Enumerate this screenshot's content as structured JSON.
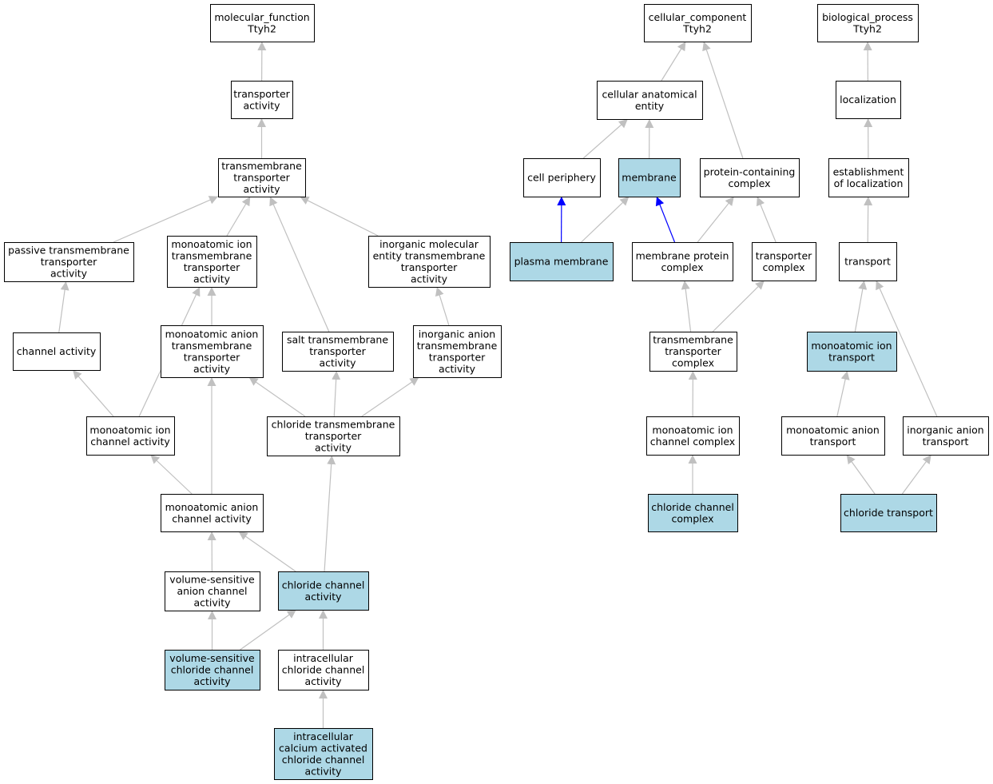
{
  "colors": {
    "node_fill": "#ffffff",
    "highlight_fill": "#add8e6",
    "edge_gray": "#c0c0c0",
    "edge_blue": "#0000ff",
    "border": "#000000"
  },
  "nodes": [
    {
      "id": "mf",
      "lines": [
        "molecular_function",
        "Ttyh2"
      ],
      "highlight": false
    },
    {
      "id": "ta",
      "lines": [
        "transporter",
        "activity"
      ],
      "highlight": false
    },
    {
      "id": "tta",
      "lines": [
        "transmembrane",
        "transporter",
        "activity"
      ],
      "highlight": false
    },
    {
      "id": "pass",
      "lines": [
        "passive transmembrane",
        "transporter",
        "activity"
      ],
      "highlight": false
    },
    {
      "id": "mitta",
      "lines": [
        "monoatomic ion",
        "transmembrane",
        "transporter",
        "activity"
      ],
      "highlight": false
    },
    {
      "id": "imetta",
      "lines": [
        "inorganic molecular",
        "entity transmembrane",
        "transporter",
        "activity"
      ],
      "highlight": false
    },
    {
      "id": "ca",
      "lines": [
        "channel activity"
      ],
      "highlight": false
    },
    {
      "id": "matta",
      "lines": [
        "monoatomic anion",
        "transmembrane",
        "transporter",
        "activity"
      ],
      "highlight": false
    },
    {
      "id": "stta",
      "lines": [
        "salt transmembrane",
        "transporter",
        "activity"
      ],
      "highlight": false
    },
    {
      "id": "iatta",
      "lines": [
        "inorganic anion",
        "transmembrane",
        "transporter",
        "activity"
      ],
      "highlight": false
    },
    {
      "id": "mica",
      "lines": [
        "monoatomic ion",
        "channel activity"
      ],
      "highlight": false
    },
    {
      "id": "ctta",
      "lines": [
        "chloride transmembrane",
        "transporter",
        "activity"
      ],
      "highlight": false
    },
    {
      "id": "maca",
      "lines": [
        "monoatomic anion",
        "channel activity"
      ],
      "highlight": false
    },
    {
      "id": "vsaca",
      "lines": [
        "volume-sensitive",
        "anion channel",
        "activity"
      ],
      "highlight": false
    },
    {
      "id": "cca",
      "lines": [
        "chloride channel",
        "activity"
      ],
      "highlight": true
    },
    {
      "id": "vscca",
      "lines": [
        "volume-sensitive",
        "chloride channel",
        "activity"
      ],
      "highlight": true
    },
    {
      "id": "icca",
      "lines": [
        "intracellular",
        "chloride channel",
        "activity"
      ],
      "highlight": false
    },
    {
      "id": "icacca",
      "lines": [
        "intracellular",
        "calcium activated",
        "chloride channel",
        "activity"
      ],
      "highlight": true
    },
    {
      "id": "cc",
      "lines": [
        "cellular_component",
        "Ttyh2"
      ],
      "highlight": false
    },
    {
      "id": "cae",
      "lines": [
        "cellular anatomical",
        "entity"
      ],
      "highlight": false
    },
    {
      "id": "cp",
      "lines": [
        "cell periphery"
      ],
      "highlight": false
    },
    {
      "id": "mem",
      "lines": [
        "membrane"
      ],
      "highlight": true
    },
    {
      "id": "pcc",
      "lines": [
        "protein-containing",
        "complex"
      ],
      "highlight": false
    },
    {
      "id": "pm",
      "lines": [
        "plasma membrane"
      ],
      "highlight": true
    },
    {
      "id": "mpc",
      "lines": [
        "membrane protein",
        "complex"
      ],
      "highlight": false
    },
    {
      "id": "tc",
      "lines": [
        "transporter",
        "complex"
      ],
      "highlight": false
    },
    {
      "id": "ttc",
      "lines": [
        "transmembrane",
        "transporter",
        "complex"
      ],
      "highlight": false
    },
    {
      "id": "micc",
      "lines": [
        "monoatomic ion",
        "channel complex"
      ],
      "highlight": false
    },
    {
      "id": "ccc",
      "lines": [
        "chloride channel",
        "complex"
      ],
      "highlight": true
    },
    {
      "id": "bp",
      "lines": [
        "biological_process",
        "Ttyh2"
      ],
      "highlight": false
    },
    {
      "id": "loc",
      "lines": [
        "localization"
      ],
      "highlight": false
    },
    {
      "id": "eol",
      "lines": [
        "establishment",
        "of localization"
      ],
      "highlight": false
    },
    {
      "id": "tr",
      "lines": [
        "transport"
      ],
      "highlight": false
    },
    {
      "id": "mit",
      "lines": [
        "monoatomic ion",
        "transport"
      ],
      "highlight": true
    },
    {
      "id": "mat",
      "lines": [
        "monoatomic anion",
        "transport"
      ],
      "highlight": false
    },
    {
      "id": "iat",
      "lines": [
        "inorganic anion",
        "transport"
      ],
      "highlight": false
    },
    {
      "id": "ct",
      "lines": [
        "chloride transport"
      ],
      "highlight": true
    }
  ],
  "edges": [
    {
      "from": "ta",
      "to": "mf",
      "color": "gray"
    },
    {
      "from": "tta",
      "to": "ta",
      "color": "gray"
    },
    {
      "from": "pass",
      "to": "tta",
      "color": "gray"
    },
    {
      "from": "mitta",
      "to": "tta",
      "color": "gray"
    },
    {
      "from": "stta",
      "to": "tta",
      "color": "gray"
    },
    {
      "from": "imetta",
      "to": "tta",
      "color": "gray"
    },
    {
      "from": "ca",
      "to": "pass",
      "color": "gray"
    },
    {
      "from": "mica",
      "to": "mitta",
      "color": "gray"
    },
    {
      "from": "matta",
      "to": "mitta",
      "color": "gray"
    },
    {
      "from": "iatta",
      "to": "imetta",
      "color": "gray"
    },
    {
      "from": "mica",
      "to": "ca",
      "color": "gray"
    },
    {
      "from": "ctta",
      "to": "matta",
      "color": "gray"
    },
    {
      "from": "ctta",
      "to": "stta",
      "color": "gray"
    },
    {
      "from": "ctta",
      "to": "iatta",
      "color": "gray"
    },
    {
      "from": "maca",
      "to": "mica",
      "color": "gray"
    },
    {
      "from": "maca",
      "to": "matta",
      "color": "gray"
    },
    {
      "from": "vsaca",
      "to": "maca",
      "color": "gray"
    },
    {
      "from": "cca",
      "to": "maca",
      "color": "gray"
    },
    {
      "from": "cca",
      "to": "ctta",
      "color": "gray"
    },
    {
      "from": "vscca",
      "to": "vsaca",
      "color": "gray"
    },
    {
      "from": "vscca",
      "to": "cca",
      "color": "gray"
    },
    {
      "from": "icca",
      "to": "cca",
      "color": "gray"
    },
    {
      "from": "icacca",
      "to": "icca",
      "color": "gray"
    },
    {
      "from": "cae",
      "to": "cc",
      "color": "gray"
    },
    {
      "from": "pcc",
      "to": "cc",
      "color": "gray"
    },
    {
      "from": "cp",
      "to": "cae",
      "color": "gray"
    },
    {
      "from": "mem",
      "to": "cae",
      "color": "gray"
    },
    {
      "from": "pm",
      "to": "cp",
      "color": "blue"
    },
    {
      "from": "pm",
      "to": "mem",
      "color": "gray"
    },
    {
      "from": "mpc",
      "to": "mem",
      "color": "blue"
    },
    {
      "from": "mpc",
      "to": "pcc",
      "color": "gray"
    },
    {
      "from": "tc",
      "to": "pcc",
      "color": "gray"
    },
    {
      "from": "ttc",
      "to": "mpc",
      "color": "gray"
    },
    {
      "from": "ttc",
      "to": "tc",
      "color": "gray"
    },
    {
      "from": "micc",
      "to": "ttc",
      "color": "gray"
    },
    {
      "from": "ccc",
      "to": "micc",
      "color": "gray"
    },
    {
      "from": "loc",
      "to": "bp",
      "color": "gray"
    },
    {
      "from": "eol",
      "to": "loc",
      "color": "gray"
    },
    {
      "from": "tr",
      "to": "eol",
      "color": "gray"
    },
    {
      "from": "mit",
      "to": "tr",
      "color": "gray"
    },
    {
      "from": "iat",
      "to": "tr",
      "color": "gray"
    },
    {
      "from": "mat",
      "to": "mit",
      "color": "gray"
    },
    {
      "from": "ct",
      "to": "mat",
      "color": "gray"
    },
    {
      "from": "ct",
      "to": "iat",
      "color": "gray"
    }
  ]
}
